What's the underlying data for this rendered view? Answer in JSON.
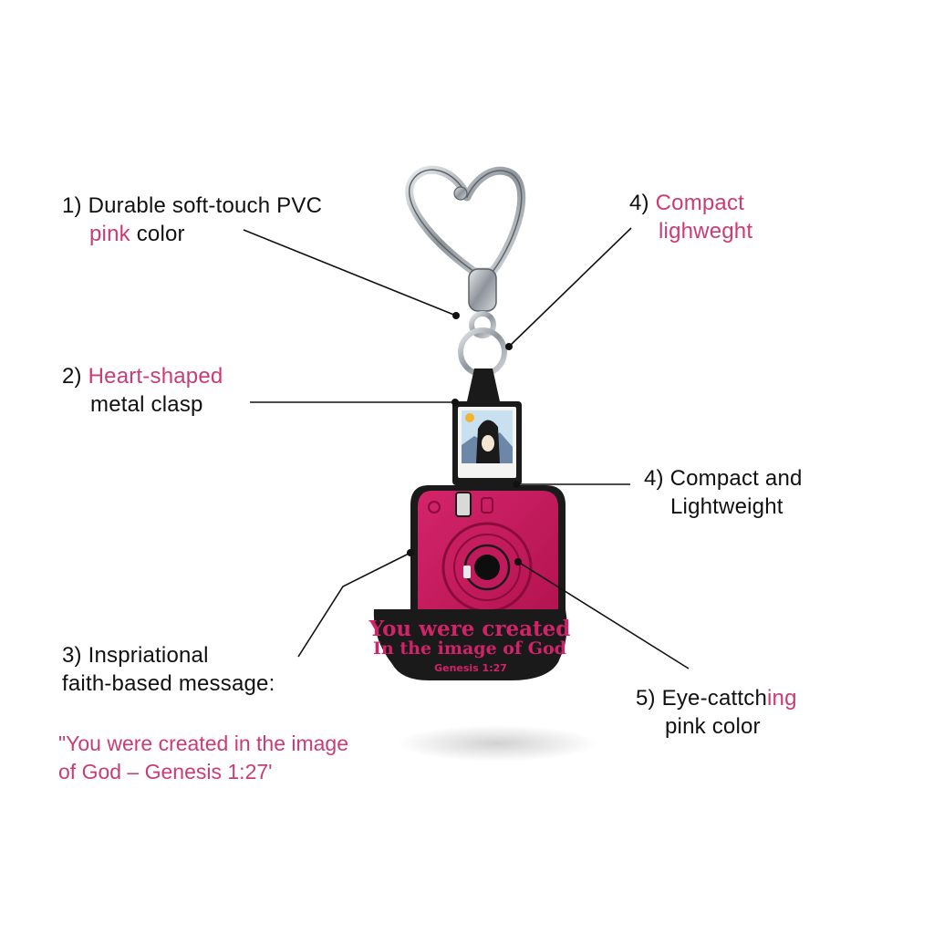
{
  "labels": {
    "l1": {
      "a": "1) Durable soft-touch PVC",
      "b_accent": "pink",
      "b_rest": " color"
    },
    "l4a": {
      "num": "4) ",
      "a_accent": "Compact",
      "b_accent": "lighweght"
    },
    "l2": {
      "num": "2) ",
      "a_accent": "Heart-shaped",
      "b": "metal clasp"
    },
    "l4b": {
      "a": "4) Compact and",
      "b": "Lightweight"
    },
    "l3": {
      "a": "3) Inspriational",
      "b": "faith-based message:"
    },
    "quote": {
      "a": "\"You were created in the image",
      "b": "of God – Genesis 1:27'"
    },
    "l5": {
      "a_ink": "5) Eye-cattch",
      "a_accent": "ing",
      "b": "pink color"
    }
  },
  "keychain_text": {
    "line1": "You were created",
    "line2": "In the image of God",
    "ref": "Genesis 1:27"
  },
  "colors": {
    "accent": "#c93c77",
    "body_pink": "#c9195a",
    "outline": "#1a1a1a",
    "metal": "#9aa0a6"
  }
}
